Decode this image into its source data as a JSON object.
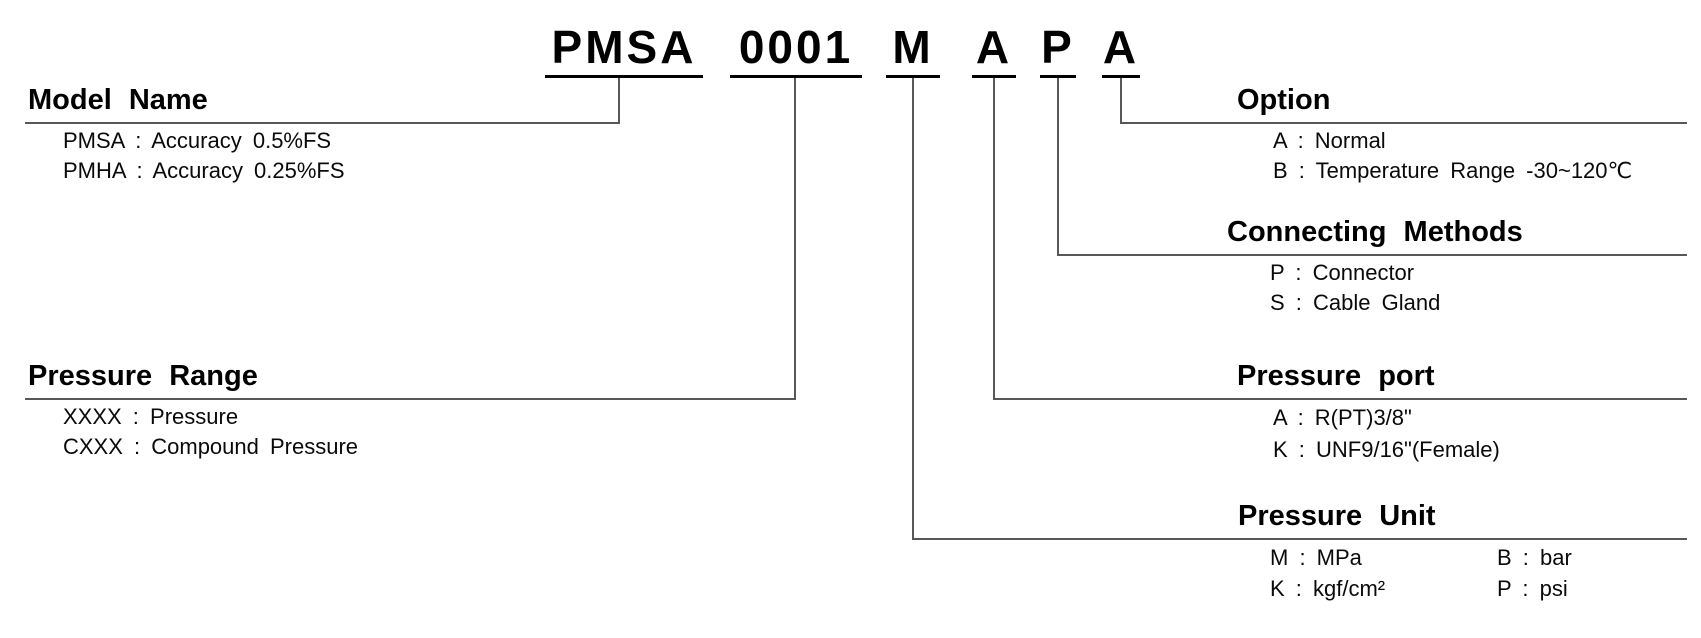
{
  "title": {
    "segments": [
      "PMSA",
      "0001",
      "M",
      "A",
      "P",
      "A"
    ]
  },
  "colors": {
    "line_gray": "#58585a",
    "text_black": "#000000",
    "title_underline": "#000000"
  },
  "sections": {
    "model_name": {
      "heading": "Model Name",
      "items": [
        "PMSA : Accuracy 0.5%FS",
        "PMHA : Accuracy 0.25%FS"
      ]
    },
    "pressure_range": {
      "heading": "Pressure Range",
      "items": [
        "XXXX : Pressure",
        "CXXX : Compound Pressure"
      ]
    },
    "option": {
      "heading": "Option",
      "items": [
        "A : Normal",
        "B : Temperature Range -30~120℃"
      ]
    },
    "connecting_methods": {
      "heading": "Connecting Methods",
      "items": [
        "P : Connector",
        "S : Cable Gland"
      ]
    },
    "pressure_port": {
      "heading": "Pressure port",
      "items": [
        "A : R(PT)3/8\"",
        "K : UNF9/16\"(Female)"
      ]
    },
    "pressure_unit": {
      "heading": "Pressure Unit",
      "col1": [
        "M : MPa",
        "K : kgf/cm²"
      ],
      "col2": [
        "B : bar",
        "P : psi"
      ]
    }
  }
}
